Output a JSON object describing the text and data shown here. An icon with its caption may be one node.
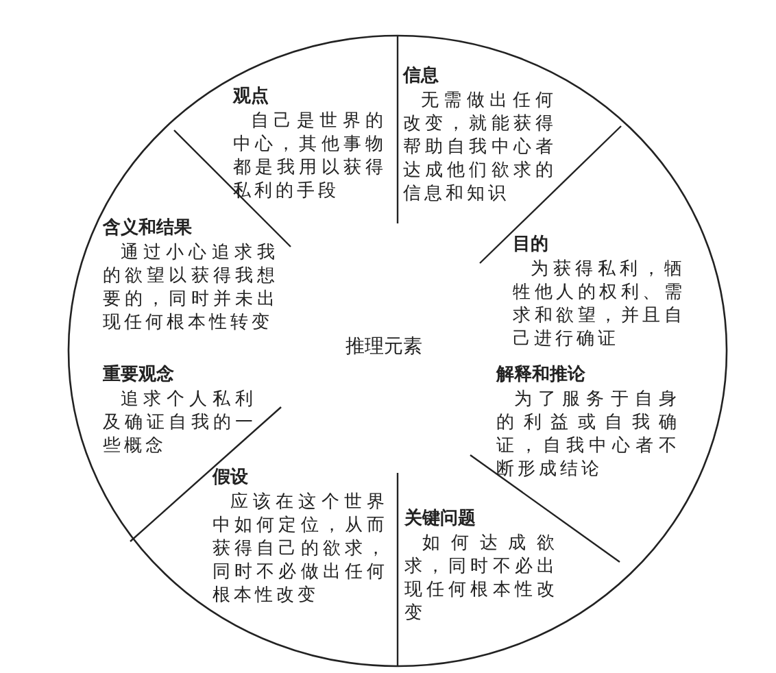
{
  "diagram": {
    "nodes": [
      {
        "text": [
          "推理元素"
        ]
      },
      {
        "text": [
          "观点",
          "自己是世界的中心，其他事物都是我用以获得私利的手段"
        ],
        "in": 0
      },
      {
        "text": [
          "信息",
          "无需做出任何改变，就能获得帮助自我中心者达成他们欲求的信息和知识"
        ],
        "in": 0
      },
      {
        "text": [
          "含义和结果",
          "通过小心追求我的欲望以获得我想要的，同时并未出现任何根本性转变"
        ],
        "in": 0
      },
      {
        "text": [
          "目的",
          "为获得私利，牺牲他人的权利、需求和欲望，并且自己进行确证"
        ],
        "in": 0
      },
      {
        "text": [
          "重要观念",
          "追求个人私利及确证自我的一些概念"
        ],
        "in": 0
      },
      {
        "text": [
          "解释和推论",
          "为了服务于自身的利益或自我确证，自我中心者不断形成结论"
        ],
        "in": 0
      },
      {
        "text": [
          "假设",
          "应该在这个世界中如何定位，从而获得自己的欲求，同时不必做出任何根本性改变"
        ],
        "in": 0
      },
      {
        "text": [
          "关键问题",
          "如何达成欲求，同时不必出现任何根本性改变"
        ],
        "in": 0
      }
    ],
    "edges": []
  }
}
